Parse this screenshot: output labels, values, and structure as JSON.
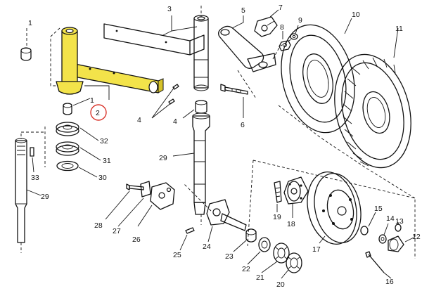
{
  "labels": {
    "l1a": "1",
    "l1b": "1",
    "l2": "2",
    "l3": "3",
    "l4a": "4",
    "l4b": "4",
    "l5": "5",
    "l6": "6",
    "l7": "7",
    "l8": "8",
    "l9": "9",
    "l10": "10",
    "l11": "11",
    "l12": "12",
    "l13": "13",
    "l14": "14",
    "l15": "15",
    "l16": "16",
    "l17": "17",
    "l18": "18",
    "l19": "19",
    "l20": "20",
    "l21": "21",
    "l22": "22",
    "l23": "23",
    "l24": "24",
    "l25": "25",
    "l26": "26",
    "l27": "27",
    "l28": "28",
    "l29a": "29",
    "l29b": "29",
    "l30": "30",
    "l31": "31",
    "l32": "32",
    "l33": "33"
  },
  "colors": {
    "highlight": "#f3e34a",
    "circle_marker": "#d9342b",
    "line": "#111111"
  }
}
